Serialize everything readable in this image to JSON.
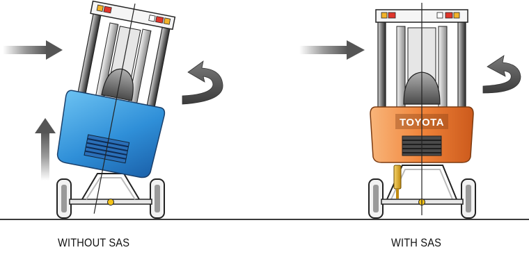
{
  "diagram": {
    "left_panel": {
      "caption": "WITHOUT SAS"
    },
    "right_panel": {
      "caption": "WITH SAS",
      "brand_text": "TOYOTA"
    },
    "colors": {
      "ground": "#3a3a3a",
      "body_blue": "#2f8fd8",
      "body_orange": "#f0843a",
      "arrow_gray": "#6f6f6f",
      "light_red": "#e0352b",
      "light_amber": "#f2b32a",
      "axle_yellow": "#f3c218"
    },
    "icons": [
      "force-arrow-icon",
      "rotation-arrow-icon",
      "lift-arrow-icon",
      "stabilizer-cylinder-icon"
    ]
  }
}
